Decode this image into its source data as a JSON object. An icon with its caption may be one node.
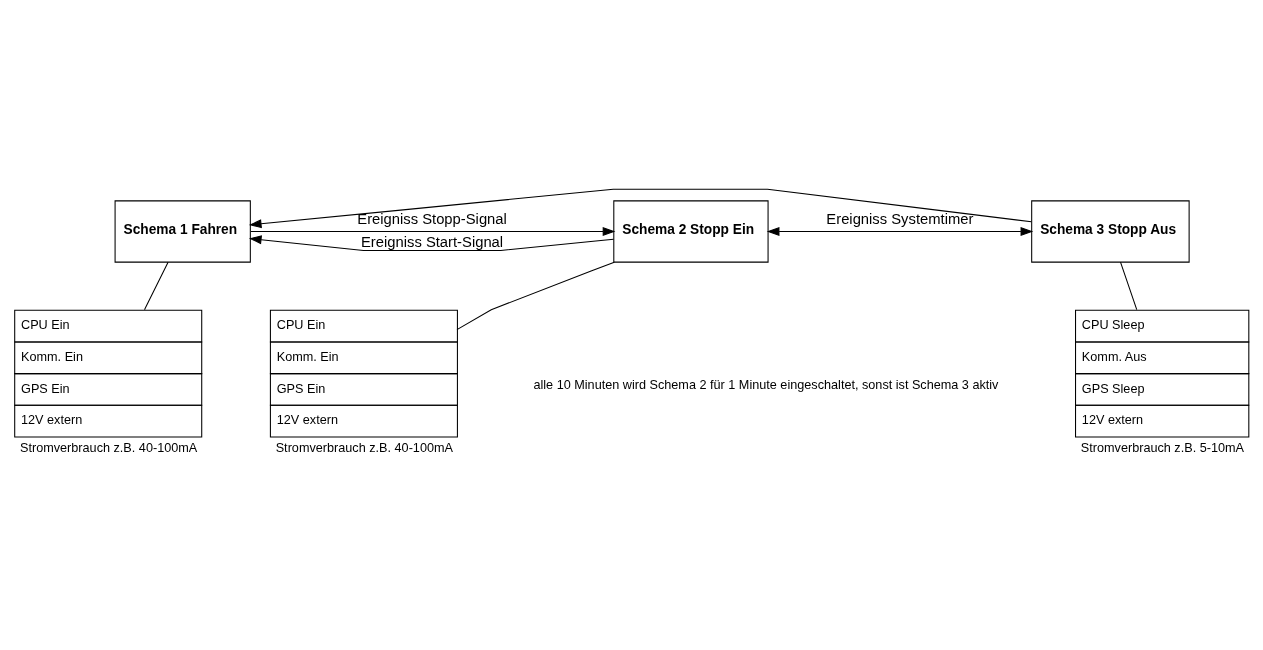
{
  "diagram": {
    "nodes": [
      {
        "text": [
          "Schema 1 Fahren"
        ]
      },
      {
        "text": [
          "Schema 2 Stopp Ein"
        ]
      },
      {
        "text": [
          "Schema 3 Stopp Aus"
        ]
      },
      {
        "text": [
          "CPU Ein",
          "Komm. Ein",
          "GPS Ein",
          "12V extern"
        ],
        "beside": [
          "Stromverbrauch z.B. 40-100mA"
        ]
      },
      {
        "text": [
          "CPU Ein",
          "Komm. Ein",
          "GPS Ein",
          "12V extern"
        ],
        "beside": [
          "Stromverbrauch z.B. 40-100mA"
        ]
      },
      {
        "text": [
          "CPU Sleep",
          "Komm. Aus",
          "GPS Sleep",
          "12V extern"
        ],
        "beside": [
          "Stromverbrauch z.B. 5-10mA"
        ]
      }
    ],
    "edges": [
      {
        "from": 1,
        "to": 0,
        "arrow": "to",
        "label": "Ereigniss Start-Signal"
      },
      {
        "from": 2,
        "to": 0,
        "arrow": "to"
      },
      {
        "from": 0,
        "to": 1,
        "arrow": "to",
        "label": "Ereigniss Stopp-Signal"
      },
      {
        "from": 1,
        "to": 2,
        "arrow": "both",
        "label": "Ereigniss Systemtimer"
      },
      {
        "from": 0,
        "to": 3,
        "arrow": "none"
      },
      {
        "from": 1,
        "to": 4,
        "arrow": "none"
      },
      {
        "from": 2,
        "to": 5,
        "arrow": "none"
      }
    ],
    "labels": [
      "alle 10 Minuten wird Schema 2 für 1 Minute eingeschaltet, sonst ist Schema 3 aktiv"
    ]
  }
}
